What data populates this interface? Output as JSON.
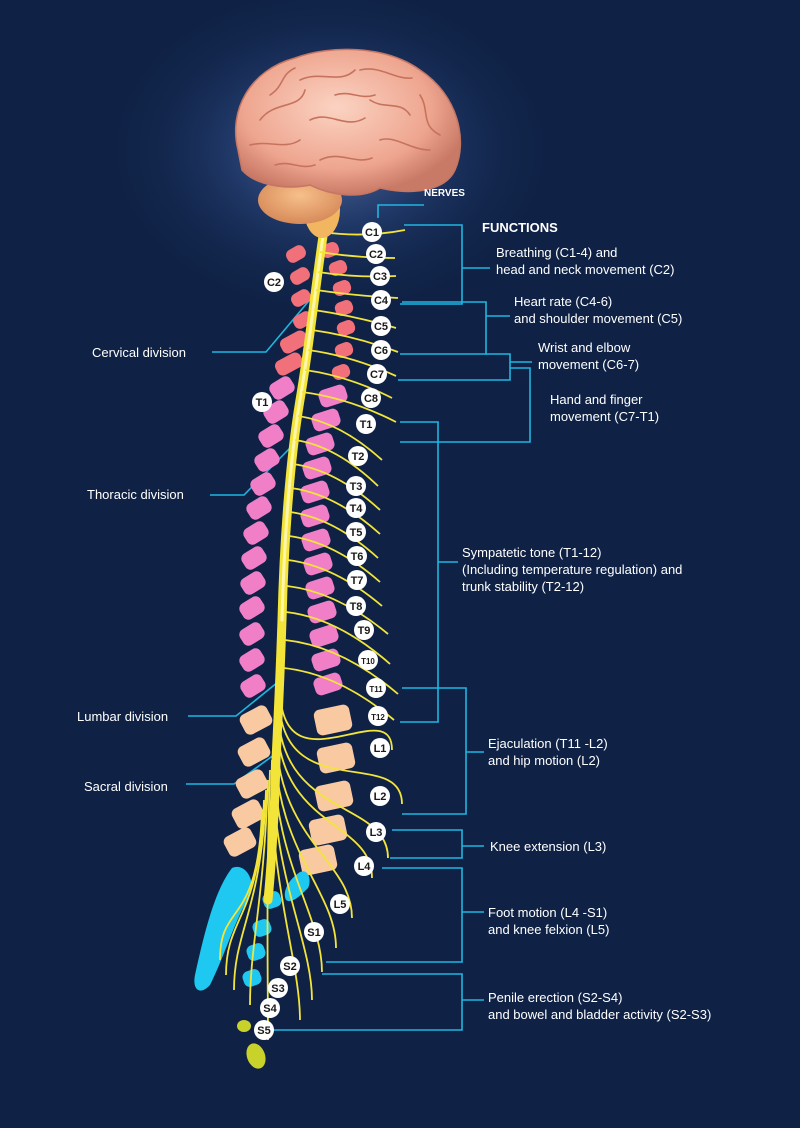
{
  "headers": {
    "nerves": "NERVES",
    "functions": "FUNCTIONS"
  },
  "divisions": [
    {
      "id": "cervical",
      "label": "Cervical division"
    },
    {
      "id": "thoracic",
      "label": "Thoracic division"
    },
    {
      "id": "lumbar",
      "label": "Lumbar division"
    },
    {
      "id": "sacral",
      "label": "Sacral division"
    }
  ],
  "left_badges": [
    "C2",
    "T1"
  ],
  "nerve_badges": [
    "C1",
    "C2",
    "C3",
    "C4",
    "C5",
    "C6",
    "C7",
    "C8",
    "T1",
    "T2",
    "T3",
    "T4",
    "T5",
    "T6",
    "T7",
    "T8",
    "T9",
    "T10",
    "T11",
    "T12",
    "L1",
    "L2",
    "L3",
    "L4",
    "L5",
    "S1",
    "S2",
    "S3",
    "S4",
    "S5"
  ],
  "functions": [
    {
      "id": "breathing",
      "lines": [
        "Breathing (C1-4) and",
        "head and neck movement (C2)"
      ]
    },
    {
      "id": "heart",
      "lines": [
        "Heart rate (C4-6)",
        "and shoulder movement (C5)"
      ]
    },
    {
      "id": "wrist",
      "lines": [
        "Wrist and elbow",
        "movement (C6-7)"
      ]
    },
    {
      "id": "hand",
      "lines": [
        "Hand and finger",
        "movement (C7-T1)"
      ]
    },
    {
      "id": "sympathetic",
      "lines": [
        "Sympatetic tone (T1-12)",
        "(Including temperature regulation) and",
        "trunk stability (T2-12)"
      ]
    },
    {
      "id": "ejaculation",
      "lines": [
        "Ejaculation (T11 -L2)",
        "and hip motion (L2)"
      ]
    },
    {
      "id": "knee",
      "lines": [
        "Knee extension (L3)"
      ]
    },
    {
      "id": "foot",
      "lines": [
        "Foot motion (L4 -S1)",
        "and knee felxion (L5)"
      ]
    },
    {
      "id": "penile",
      "lines": [
        "Penile erection (S2-S4)",
        "and bowel and bladder activity (S2-S3)"
      ]
    }
  ],
  "colors": {
    "background": "#0f2246",
    "connector": "#1fb6e0",
    "cervical": "#f2707a",
    "thoracic": "#f07fc8",
    "lumbar": "#f9c9a2",
    "sacral": "#1ec8f0",
    "coccyx": "#c9d22a",
    "nerve": "#f3e43a",
    "brain": "#eea58f"
  }
}
